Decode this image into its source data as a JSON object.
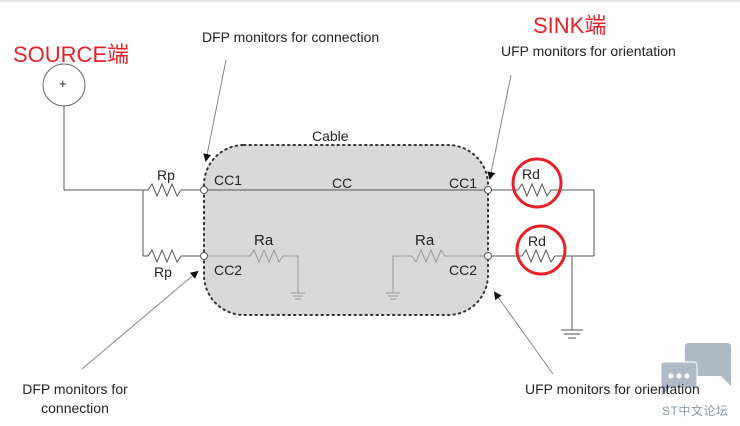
{
  "title_source": "SOURCE端",
  "title_sink": "SINK端",
  "annotations": {
    "dfp_top": "DFP monitors for connection",
    "ufp_top": "UFP monitors for orientation",
    "dfp_bottom_line1": "DFP monitors for",
    "dfp_bottom_line2": "connection",
    "ufp_bottom": "UFP monitors for orientation"
  },
  "components": {
    "source_symbol": "+",
    "cable_label": "Cable",
    "cc_label": "CC",
    "left_cc1": "CC1",
    "left_cc2": "CC2",
    "right_cc1": "CC1",
    "right_cc2": "CC2",
    "rp_top": "Rp",
    "rp_bottom": "Rp",
    "ra_left": "Ra",
    "ra_right": "Ra",
    "rd_top": "Rd",
    "rd_bottom": "Rd"
  },
  "colors": {
    "highlight": "#e8202a",
    "cable_fill": "#d9d9d9",
    "wire": "#555555"
  },
  "watermark": "ST中文论坛"
}
